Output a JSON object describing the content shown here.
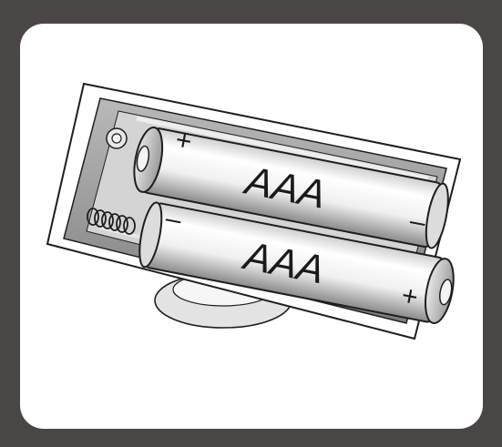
{
  "illustration": {
    "subject": "battery-compartment-with-two-aaa-batteries",
    "batteries": [
      {
        "label": "AAA",
        "positive_sign": "+",
        "negative_sign": "–"
      },
      {
        "label": "AAA",
        "positive_sign": "+",
        "negative_sign": "–"
      }
    ],
    "colors": {
      "frame": "#4a4646",
      "panel": "#ffffff",
      "battery_body": "#f2f2f2",
      "outline": "#1e1e1e",
      "compartment_gray": "#9a9a9a"
    }
  }
}
